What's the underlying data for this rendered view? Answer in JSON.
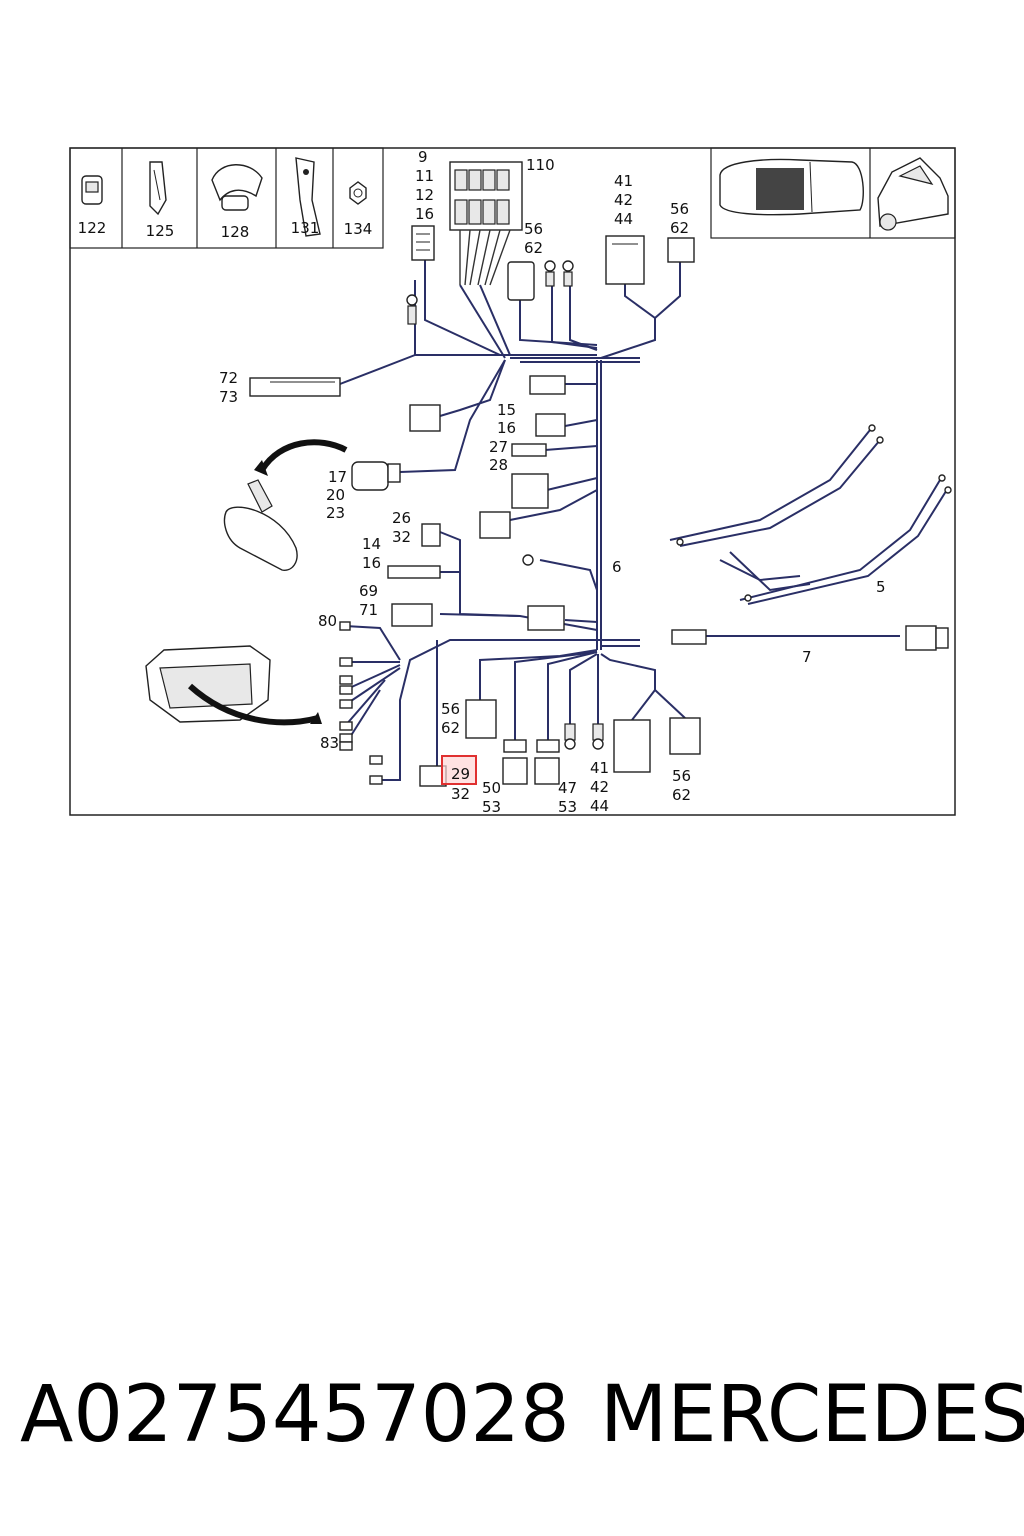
{
  "header_parts": [
    "122",
    "125",
    "128",
    "131",
    "134"
  ],
  "callouts": {
    "c9": "9",
    "c11": "11",
    "c12": "12",
    "c16a": "16",
    "c110": "110",
    "c41a": "41",
    "c42a": "42",
    "c44a": "44",
    "c56a": "56",
    "c62a": "62",
    "c56b": "56",
    "c62b": "62",
    "c72": "72",
    "c73": "73",
    "c15": "15",
    "c16b": "16",
    "c27": "27",
    "c28": "28",
    "c17": "17",
    "c20": "20",
    "c23": "23",
    "c26": "26",
    "c32a": "32",
    "c14": "14",
    "c16c": "16",
    "c6": "6",
    "c69": "69",
    "c71": "71",
    "c80": "80",
    "c83": "83",
    "c5": "5",
    "c7": "7",
    "c56c": "56",
    "c62c": "62",
    "c29": "29",
    "c32b": "32",
    "c50": "50",
    "c53a": "53",
    "c47": "47",
    "c53b": "53",
    "c41b": "41",
    "c42b": "42",
    "c44b": "44",
    "c56d": "56",
    "c62d": "62"
  },
  "footer": {
    "part_number": "A0275457028",
    "brand": "MERCEDES"
  },
  "colors": {
    "wire": "#2a2f66",
    "highlight": "#e03030"
  }
}
